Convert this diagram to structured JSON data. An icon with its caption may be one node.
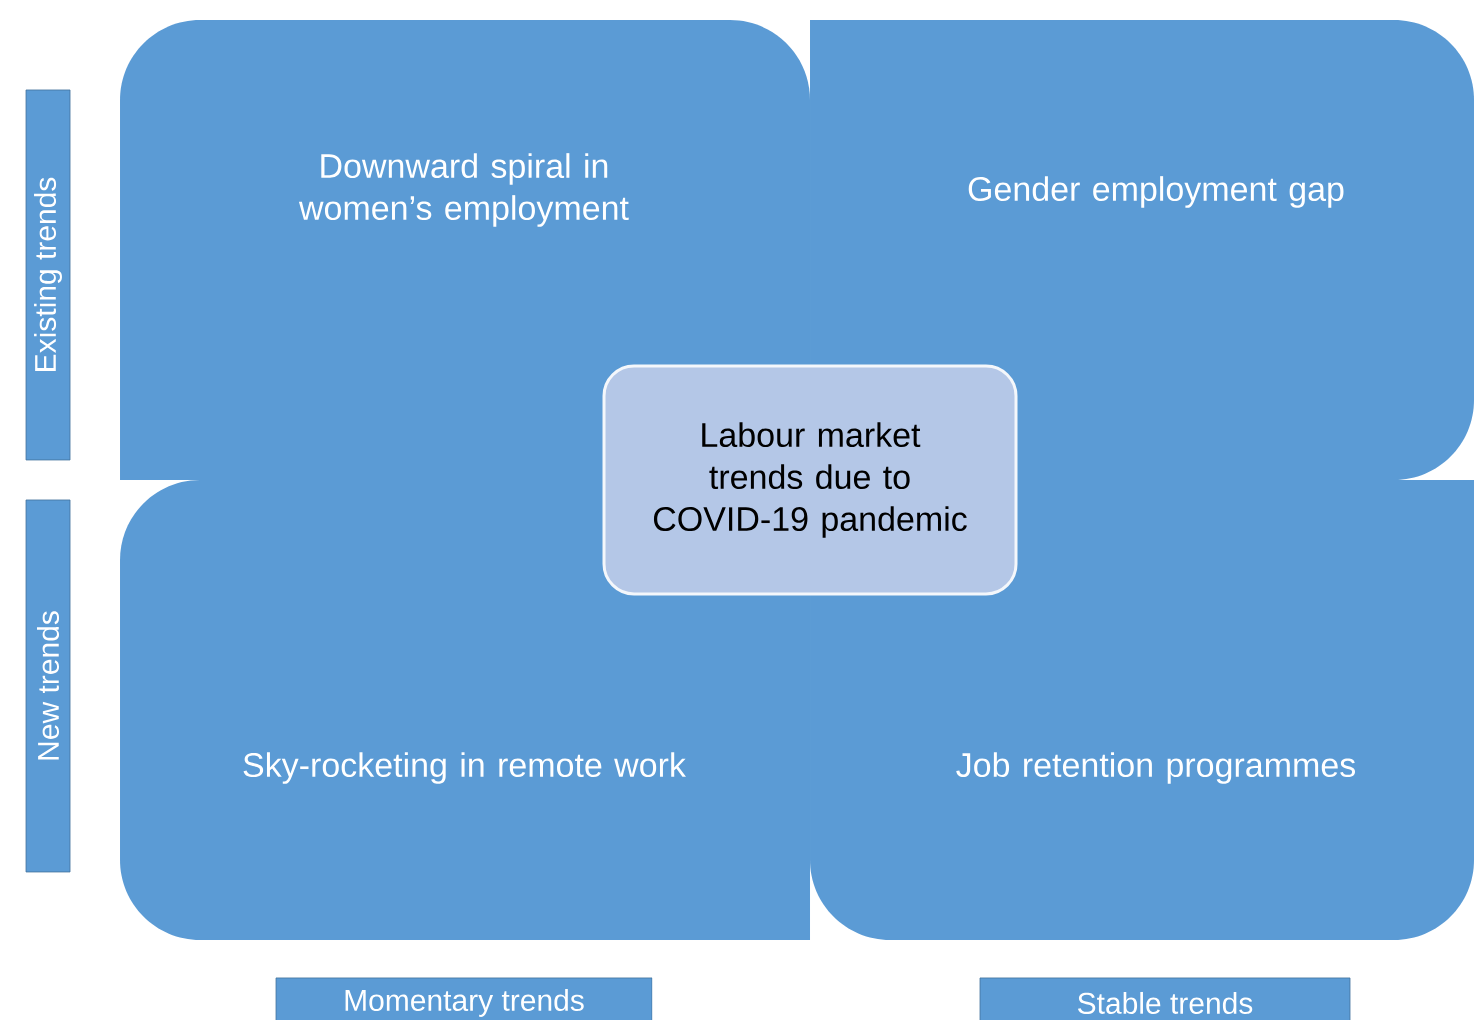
{
  "diagram": {
    "nodes": [
      {
        "text": [
          "Downward spiral in women’s employment"
        ]
      },
      {
        "text": [
          "Gender employment gap"
        ]
      },
      {
        "text": [
          "Sky-rocketing in remote work"
        ]
      },
      {
        "text": [
          "Job retention programmes"
        ]
      },
      {
        "text": [
          "Labour market trends due to COVID-19 pandemic"
        ]
      },
      {
        "text": [
          "Existing trends"
        ]
      },
      {
        "text": [
          "New trends"
        ]
      },
      {
        "text": [
          "Momentary trends"
        ]
      },
      {
        "text": [
          "Stable trends"
        ]
      }
    ],
    "edges": []
  }
}
